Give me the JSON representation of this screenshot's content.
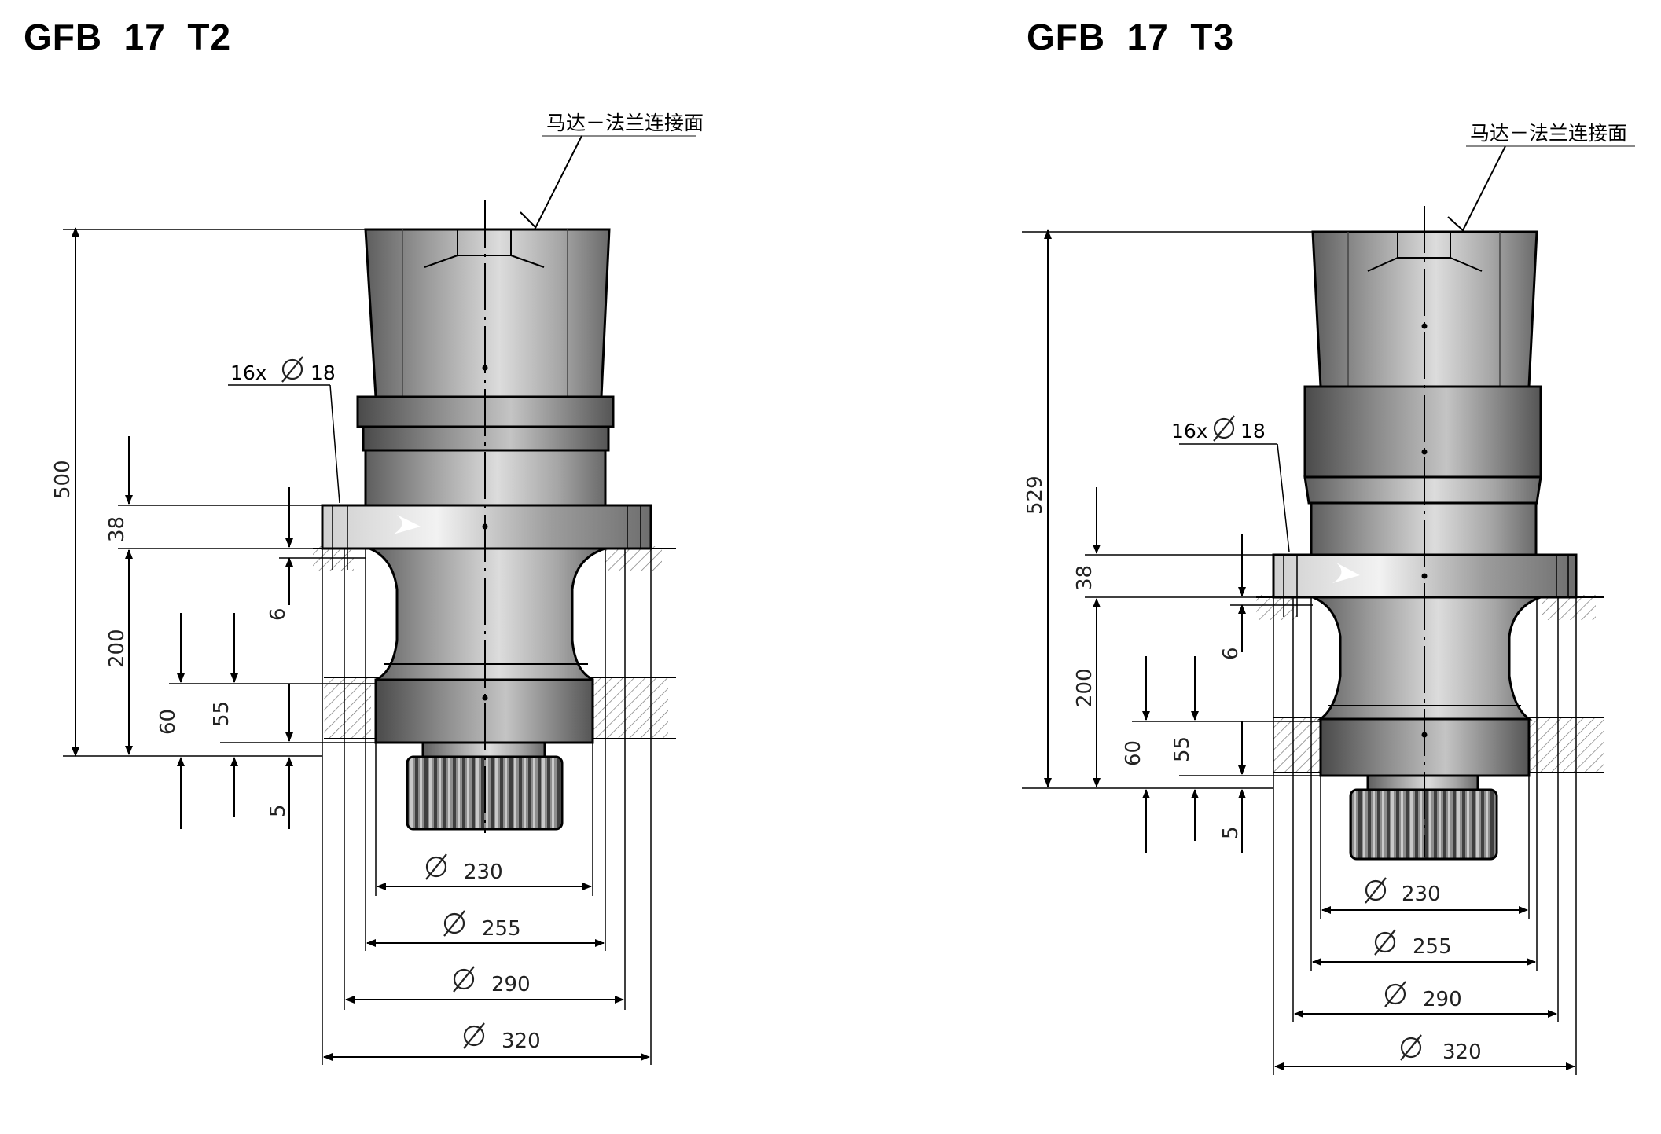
{
  "drawings": [
    {
      "title": "GFB  17  T2",
      "flange_label": "马达－法兰连接面",
      "hole_label": "16x",
      "hole_dia": "18",
      "dims": {
        "overall_height": "500",
        "flange_thickness": "38",
        "spigot_offset": "6",
        "body_height": "200",
        "depth_a": "60",
        "depth_b": "55",
        "gap": "5",
        "d1": "230",
        "d2": "255",
        "d3": "290",
        "d4": "320"
      }
    },
    {
      "title": "GFB  17  T3",
      "flange_label": "马达－法兰连接面",
      "hole_label": "16x",
      "hole_dia": "18",
      "dims": {
        "overall_height": "529",
        "flange_thickness": "38",
        "spigot_offset": "6",
        "body_height": "200",
        "depth_a": "60",
        "depth_b": "55",
        "gap": "5",
        "d1": "230",
        "d2": "255",
        "d3": "290",
        "d4": "320"
      }
    }
  ]
}
